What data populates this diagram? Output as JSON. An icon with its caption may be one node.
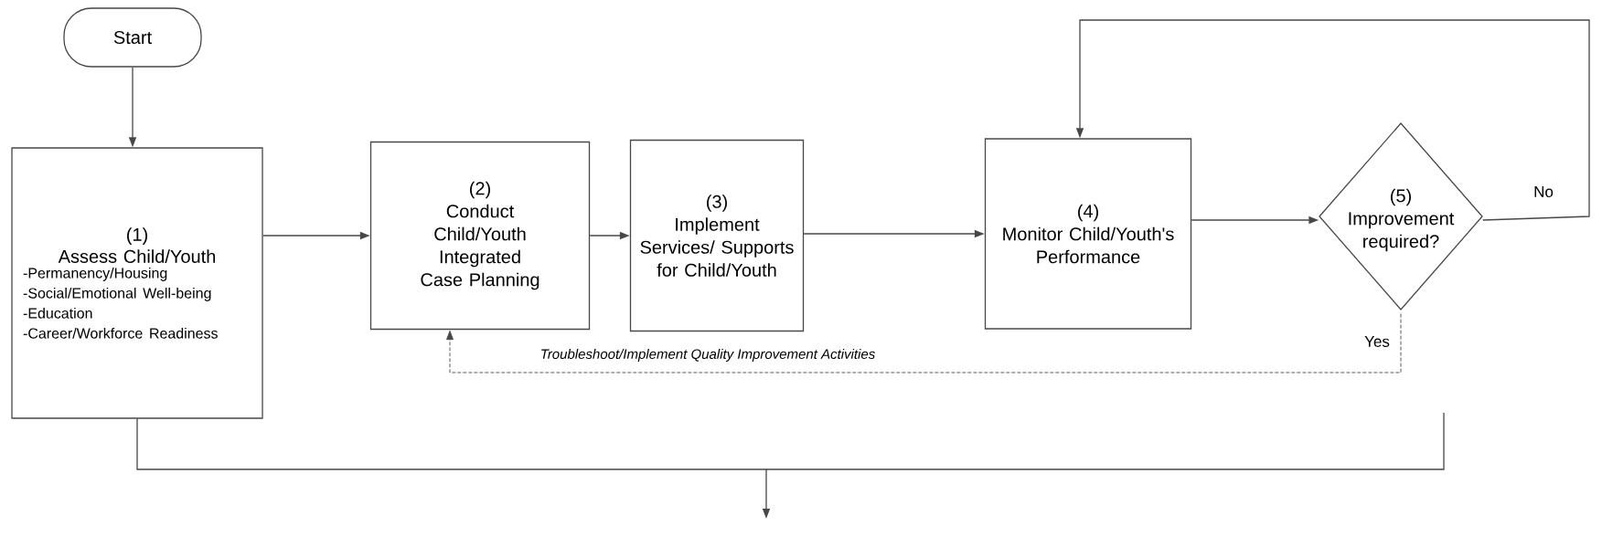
{
  "diagram": {
    "nodes": [
      {
        "text": [
          "Start"
        ]
      },
      {
        "text": [
          "(1)",
          "Assess Child/Youth",
          "-Permanency/Housing",
          "-Social/Emotional Well-being",
          "-Education",
          "-Career/Workforce Readiness"
        ]
      },
      {
        "text": [
          "(2)",
          "Conduct Child/Youth Integrated Case Planning"
        ]
      },
      {
        "text": [
          "(3)",
          "Implement Services/ Supports for Child/Youth"
        ]
      },
      {
        "text": [
          "(4)",
          "Monitor Child/Youth's Performance"
        ]
      },
      {
        "text": [
          "(5)",
          "Improvement required?"
        ]
      }
    ],
    "edges": [
      {
        "from": 0,
        "to": 1,
        "arrow": "to"
      },
      {
        "from": 1,
        "to": 2,
        "arrow": "to"
      },
      {
        "from": 2,
        "to": 3,
        "arrow": "to"
      },
      {
        "from": 3,
        "to": 4,
        "arrow": "to"
      },
      {
        "from": 4,
        "to": 5,
        "arrow": "to"
      },
      {
        "from": 5,
        "to": 4,
        "arrow": "to",
        "label": "No"
      },
      {
        "from": 5,
        "to": 2,
        "arrow": "to",
        "style": "dashed",
        "label": "Troubleshoot/Implement Quality Improvement Activities"
      },
      {
        "from": 1,
        "to": null,
        "arrow": "to"
      }
    ],
    "labels": [
      "Yes"
    ]
  }
}
